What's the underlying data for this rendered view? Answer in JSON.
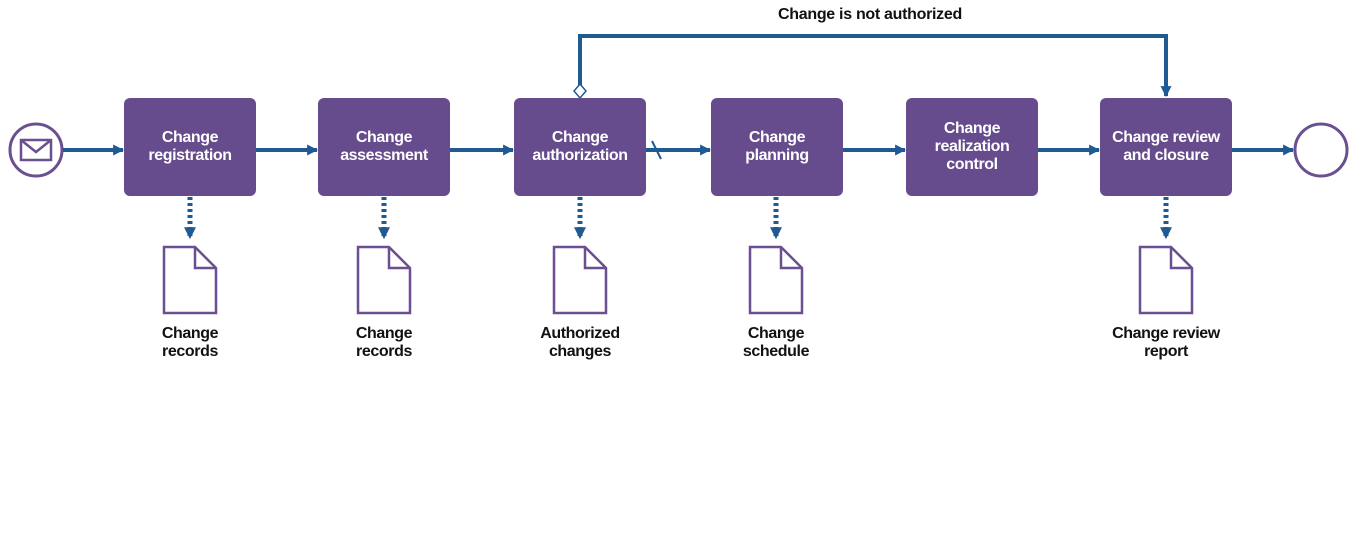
{
  "colors": {
    "task_fill": "#664c8c",
    "flow_line": "#1f5a92",
    "event_stroke": "#6a4f91",
    "document_stroke": "#6a4f91"
  },
  "start_event": {
    "icon": "envelope-icon"
  },
  "end_event": {
    "icon": "end-circle"
  },
  "tasks": [
    {
      "label": "Change\nregistration"
    },
    {
      "label": "Change\nassessment"
    },
    {
      "label": "Change\nauthorization"
    },
    {
      "label": "Change\nplanning"
    },
    {
      "label": "Change realization\ncontrol"
    },
    {
      "label": "Change review\nand closure"
    }
  ],
  "documents": [
    {
      "label": "Change\nrecords"
    },
    {
      "label": "Change\nrecords"
    },
    {
      "label": "Authorized\nchanges"
    },
    {
      "label": "Change\nschedule"
    },
    {
      "label": "Change review\nreport"
    }
  ],
  "loop_flow": {
    "label": "Change is not authorized"
  }
}
